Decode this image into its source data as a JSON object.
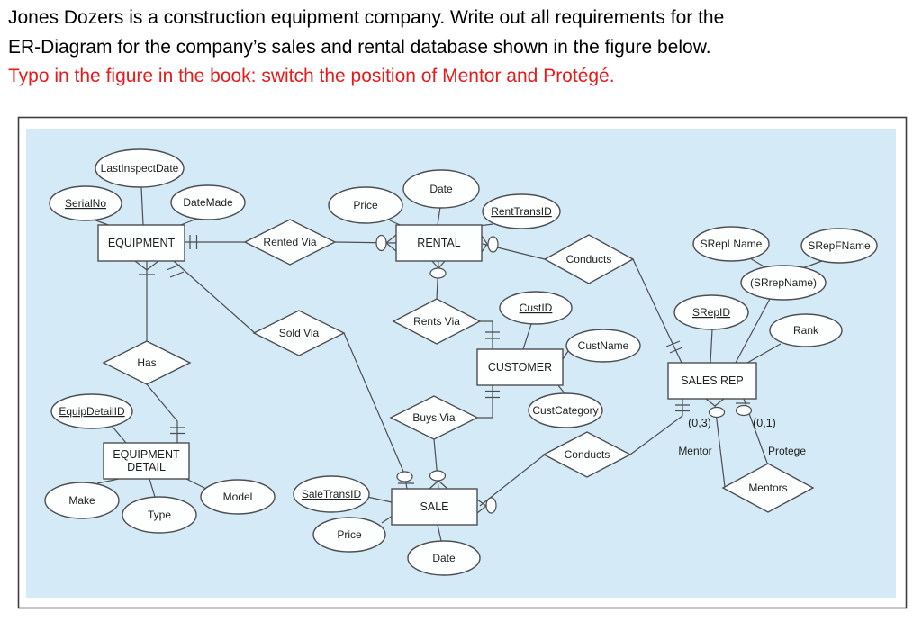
{
  "heading": {
    "line1": "Jones Dozers is a construction equipment company. Write out all requirements for the",
    "line2": "ER-Diagram for the company’s sales and rental database shown in the figure below.",
    "line3": "Typo in the figure in the book: switch the position of Mentor and Protégé."
  },
  "colors": {
    "note_red": "#e81b1b",
    "diagram_background": "#d4eaf6",
    "shape_fill": "#fdfefe",
    "line": "#4c4e52"
  },
  "diagram": {
    "entities": [
      {
        "name": "EQUIPMENT"
      },
      {
        "name": "RENTAL"
      },
      {
        "name": "CUSTOMER"
      },
      {
        "name": "SALES REP"
      },
      {
        "name_line1": "EQUIPMENT",
        "name_line2": "DETAIL"
      },
      {
        "name": "SALE"
      }
    ],
    "relationships": [
      {
        "name": "Rented Via"
      },
      {
        "name": "Conducts"
      },
      {
        "name": "Rents Via"
      },
      {
        "name": "Has"
      },
      {
        "name": "Sold Via"
      },
      {
        "name": "Buys Via"
      },
      {
        "name": "Conducts"
      },
      {
        "name": "Mentors"
      }
    ],
    "attributes": [
      {
        "name": "LastInspectDate",
        "key": false
      },
      {
        "name": "SerialNo",
        "key": true
      },
      {
        "name": "DateMade",
        "key": false
      },
      {
        "name": "Price",
        "key": false
      },
      {
        "name": "Date",
        "key": false
      },
      {
        "name": "RentTransID",
        "key": true
      },
      {
        "name": "SRepLName",
        "key": false
      },
      {
        "name": "SRepFName",
        "key": false
      },
      {
        "name": "(SRrepName)",
        "key": false
      },
      {
        "name": "SRepID",
        "key": true
      },
      {
        "name": "Rank",
        "key": false
      },
      {
        "name": "CustID",
        "key": true
      },
      {
        "name": "CustName",
        "key": false
      },
      {
        "name": "CustCategory",
        "key": false
      },
      {
        "name": "EquipDetailID",
        "key": true
      },
      {
        "name": "Make",
        "key": false
      },
      {
        "name": "Type",
        "key": false
      },
      {
        "name": "Model",
        "key": false
      },
      {
        "name": "SaleTransID",
        "key": true
      },
      {
        "name": "Price",
        "key": false
      },
      {
        "name": "Date",
        "key": false
      }
    ],
    "role_labels": {
      "mentor_cardinality": "(0,3)",
      "protege_cardinality": "(0,1)",
      "mentor": "Mentor",
      "protege": "Protege"
    }
  }
}
